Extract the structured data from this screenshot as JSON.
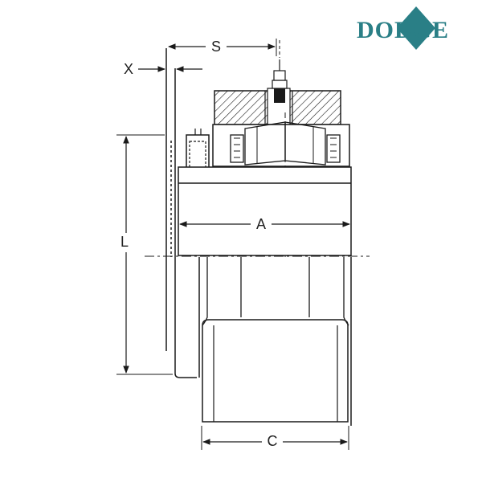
{
  "brand": {
    "logo_text": "DODGE",
    "color": "#2a7f86",
    "diamond_color": "#2a7f86"
  },
  "dimensions": {
    "s_label": "S",
    "x_label": "X",
    "a_label": "A",
    "l_label": "L",
    "c_label": "C"
  },
  "colors": {
    "line": "#1a1a1a",
    "hatch": "#1a1a1a",
    "background": "#ffffff"
  },
  "icons": {
    "arrowhead": "filled-triangle"
  }
}
